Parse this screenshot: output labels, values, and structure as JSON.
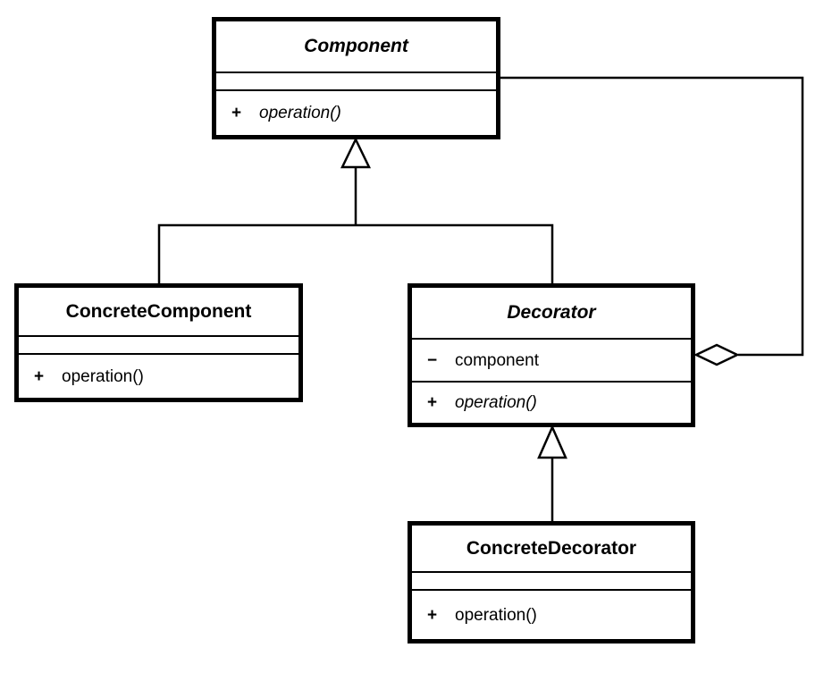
{
  "diagram": {
    "kind": "UML class diagram",
    "pattern": "Decorator",
    "colors": {
      "line": "#000000",
      "text": "#000000",
      "box_fill": "#ffffff",
      "background": "#ffffff"
    }
  },
  "classes": {
    "component": {
      "name": "Component",
      "abstract": true,
      "attributes": [],
      "operations": [
        {
          "visibility": "+",
          "name": "operation()",
          "abstract": true
        }
      ]
    },
    "concrete_component": {
      "name": "ConcreteComponent",
      "abstract": false,
      "attributes": [],
      "operations": [
        {
          "visibility": "+",
          "name": "operation()",
          "abstract": false
        }
      ]
    },
    "decorator": {
      "name": "Decorator",
      "abstract": true,
      "attributes": [
        {
          "visibility": "−",
          "name": "component"
        }
      ],
      "operations": [
        {
          "visibility": "+",
          "name": "operation()",
          "abstract": true
        }
      ]
    },
    "concrete_decorator": {
      "name": "ConcreteDecorator",
      "abstract": false,
      "attributes": [],
      "operations": [
        {
          "visibility": "+",
          "name": "operation()",
          "abstract": false
        }
      ]
    }
  },
  "relationships": [
    {
      "type": "generalization",
      "from": "ConcreteComponent",
      "to": "Component"
    },
    {
      "type": "generalization",
      "from": "Decorator",
      "to": "Component"
    },
    {
      "type": "generalization",
      "from": "ConcreteDecorator",
      "to": "Decorator"
    },
    {
      "type": "aggregation",
      "owner": "Decorator",
      "part": "Component"
    }
  ]
}
